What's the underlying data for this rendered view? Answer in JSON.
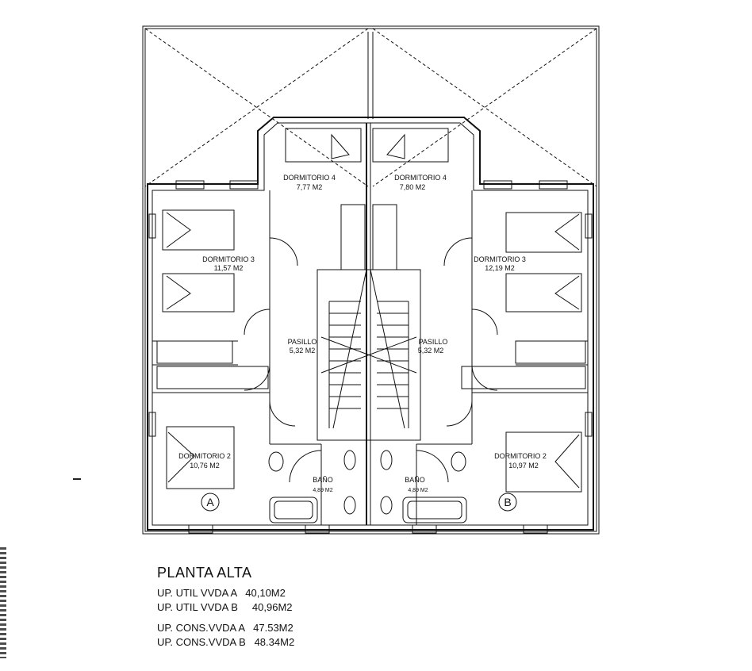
{
  "plan": {
    "left_unit": {
      "rooms": [
        {
          "name": "DORMITORIO 4",
          "area": "7,77 M2"
        },
        {
          "name": "DORMITORIO 3",
          "area": "11,57 M2"
        },
        {
          "name": "PASILLO",
          "area": "5,32 M2"
        },
        {
          "name": "DORMITORIO 2",
          "area": "10,76 M2"
        },
        {
          "name": "BAÑO",
          "area": "4,89 M2"
        }
      ],
      "marker": "A"
    },
    "right_unit": {
      "rooms": [
        {
          "name": "DORMITORIO 4",
          "area": "7,80 M2"
        },
        {
          "name": "DORMITORIO 3",
          "area": "12,19 M2"
        },
        {
          "name": "PASILLO",
          "area": "5,32 M2"
        },
        {
          "name": "DORMITORIO 2",
          "area": "10,97 M2"
        },
        {
          "name": "BAÑO",
          "area": "4,89 M2"
        }
      ],
      "marker": "B"
    }
  },
  "legend": {
    "title": "PLANTA ALTA",
    "rows": [
      "UP. UTIL VVDA A   40,10M2",
      "UP. UTIL VVDA B     40,96M2",
      "UP. CONS.VVDA A   47.53M2",
      "UP. CONS.VVDA B   48.34M2"
    ]
  }
}
